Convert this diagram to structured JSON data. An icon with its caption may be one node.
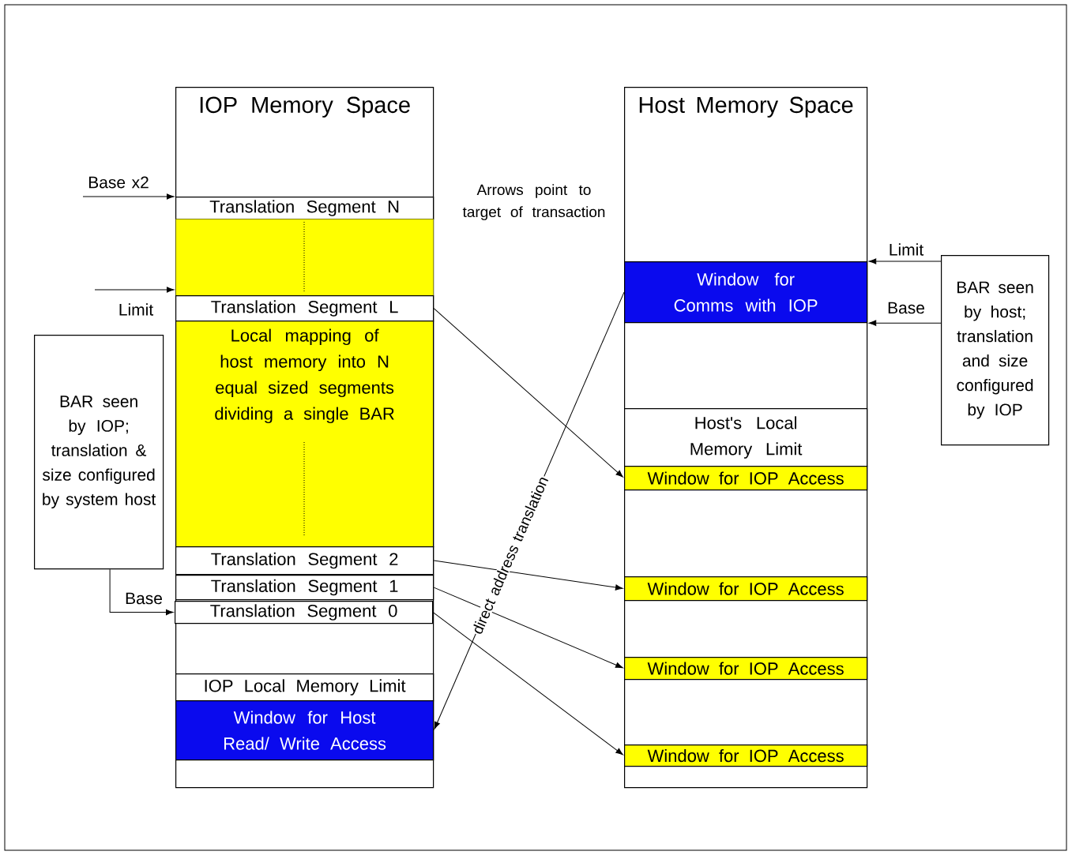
{
  "diagram": {
    "nodes": [
      {
        "text": [
          "IOP Memory Space"
        ]
      },
      {
        "text": [
          "Translation Segment N"
        ],
        "in": 0
      },
      {
        "text": [],
        "shape": "box",
        "in": 0
      },
      {
        "text": [
          "Translation Segment L"
        ],
        "in": 0
      },
      {
        "text": [
          "Local mapping of host memory into N equal sized segments dividing a single BAR"
        ],
        "in": 0
      },
      {
        "text": [
          "Translation Segment 2"
        ],
        "in": 0
      },
      {
        "text": [
          "Translation Segment 1"
        ],
        "in": 0
      },
      {
        "text": [
          "Translation Segment 0"
        ],
        "in": 0
      },
      {
        "text": [
          "IOP Local Memory Limit"
        ],
        "in": 0
      },
      {
        "text": [
          "Window for Host Read/ Write Access"
        ],
        "in": 0
      },
      {
        "text": [
          "Host Memory Space"
        ]
      },
      {
        "text": [
          "Window for Comms with IOP"
        ],
        "in": 10
      },
      {
        "text": [
          "Host's Local Memory Limit"
        ],
        "in": 10
      },
      {
        "text": [
          "Window for IOP Access"
        ],
        "in": 10
      },
      {
        "text": [
          "Window for IOP Access"
        ],
        "in": 10
      },
      {
        "text": [
          "Window for IOP Access"
        ],
        "in": 10
      },
      {
        "text": [
          "Window for IOP Access"
        ],
        "in": 10
      },
      {
        "text": [
          "BAR seen by IOP; translation & size configured by system host"
        ]
      },
      {
        "text": [
          "BAR seen by host; translation and size configured by IOP"
        ]
      }
    ],
    "edges": [
      {
        "from": null,
        "to": 1,
        "arrow": "to",
        "label": "Base x2"
      },
      {
        "from": null,
        "to": 3,
        "arrow": "to",
        "label": "Limit"
      },
      {
        "from": 17,
        "to": 7,
        "arrow": "to",
        "label": "Base"
      },
      {
        "from": 18,
        "to": 11,
        "arrow": "to",
        "label": "Limit"
      },
      {
        "from": 18,
        "to": 11,
        "arrow": "to",
        "label": "Base"
      },
      {
        "from": 11,
        "to": 9,
        "arrow": "to",
        "label": "direct address translation"
      },
      {
        "from": 3,
        "to": 13,
        "arrow": "to"
      },
      {
        "from": 5,
        "to": 14,
        "arrow": "to"
      },
      {
        "from": 6,
        "to": 15,
        "arrow": "to"
      },
      {
        "from": 7,
        "to": 16,
        "arrow": "to"
      }
    ],
    "labels": [
      "Arrows point to target of transaction"
    ]
  }
}
